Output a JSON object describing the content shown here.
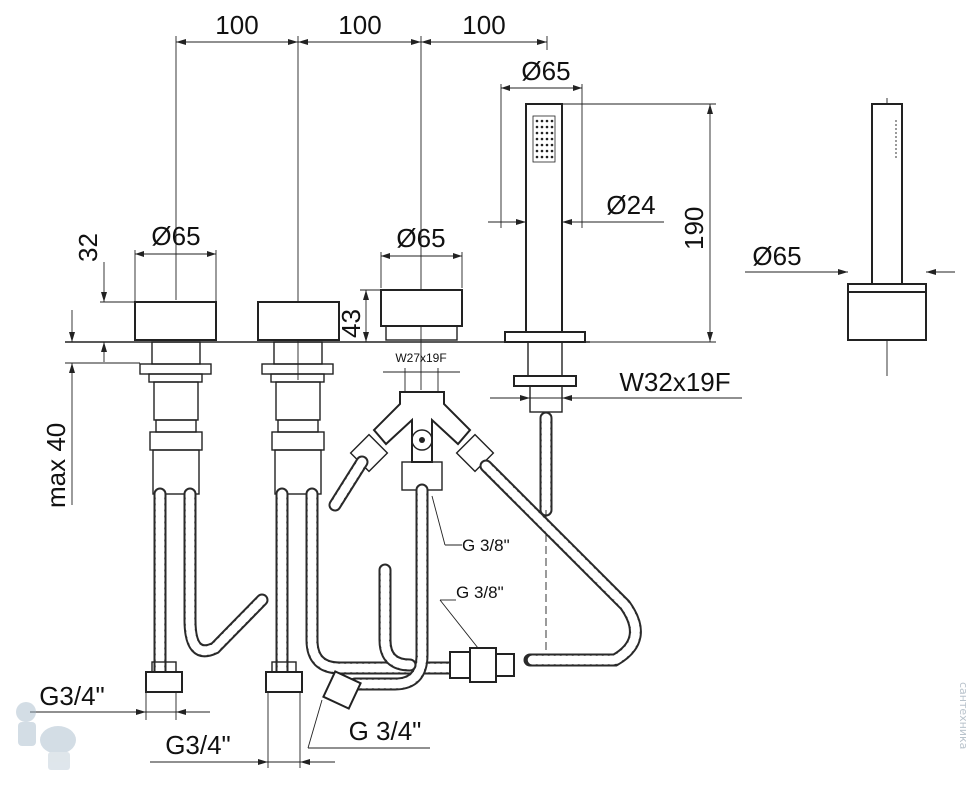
{
  "dimensions": {
    "spacing_1": "100",
    "spacing_2": "100",
    "spacing_3": "100",
    "diameter_handle_left": "Ø65",
    "diameter_handle_center": "Ø65",
    "diameter_handshower_top": "Ø65",
    "diameter_handshower_handle": "Ø24",
    "diameter_side_view": "Ø65",
    "height_handle": "32",
    "height_diverter": "43",
    "height_handshower": "190",
    "max_deck": "max 40"
  },
  "threads": {
    "diverter_connection": "W27x19F",
    "handshower_connection": "W32x19F",
    "diverter_outlet": "G 3/8\"",
    "hose_coupling": "G 3/8\"",
    "inlet_left": "G3/4\"",
    "inlet_center": "G3/4\"",
    "inlet_right": "G 3/4\""
  },
  "watermark": {
    "text": "сантехника",
    "icon": "plumber-mascot-icon"
  }
}
